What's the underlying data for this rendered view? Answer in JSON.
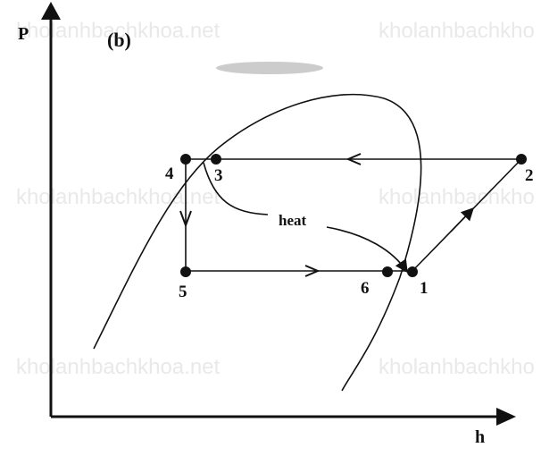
{
  "diagram": {
    "axis_y_label": "P",
    "axis_x_label": "h",
    "panel_label": "(b)",
    "heat_label": "heat",
    "points": [
      {
        "id": "p1",
        "label": "1"
      },
      {
        "id": "p2",
        "label": "2"
      },
      {
        "id": "p3",
        "label": "3"
      },
      {
        "id": "p4",
        "label": "4"
      },
      {
        "id": "p5",
        "label": "5"
      },
      {
        "id": "p6",
        "label": "6"
      }
    ]
  },
  "watermark": {
    "text": "kholanhbachkhoa.net",
    "text_cut": "kholanhbachkho"
  },
  "colors": {
    "ink": "#111111",
    "watermark": "#e9e9e9",
    "badge": "#cccccc"
  }
}
